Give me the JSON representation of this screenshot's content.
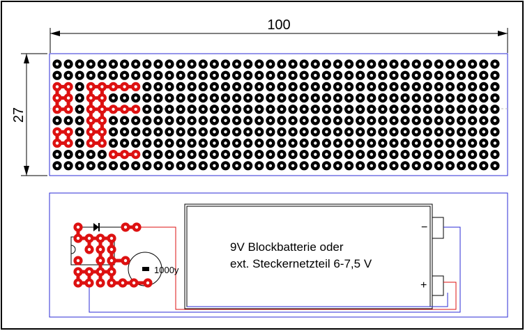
{
  "dimensions": {
    "width_label": "100",
    "height_label": "27"
  },
  "board": {
    "cols": 40,
    "rows": 10,
    "red_pads": [
      [
        0,
        2
      ],
      [
        1,
        2
      ],
      [
        0,
        3
      ],
      [
        1,
        3
      ],
      [
        0,
        4
      ],
      [
        1,
        4
      ],
      [
        0,
        6
      ],
      [
        1,
        6
      ],
      [
        0,
        7
      ],
      [
        1,
        7
      ],
      [
        3,
        2
      ],
      [
        4,
        2
      ],
      [
        5,
        2
      ],
      [
        6,
        2
      ],
      [
        7,
        2
      ],
      [
        3,
        3
      ],
      [
        4,
        3
      ],
      [
        3,
        4
      ],
      [
        4,
        4
      ],
      [
        5,
        4
      ],
      [
        6,
        4
      ],
      [
        7,
        4
      ],
      [
        3,
        5
      ],
      [
        4,
        5
      ],
      [
        3,
        6
      ],
      [
        4,
        6
      ],
      [
        3,
        7
      ],
      [
        4,
        7
      ],
      [
        5,
        8
      ],
      [
        6,
        8
      ],
      [
        7,
        8
      ]
    ]
  },
  "assembly": {
    "battery_text_line1": "9V Blockbatterie oder",
    "battery_text_line2": "ext. Steckernetzteil 6-7,5 V",
    "minus_label": "−",
    "plus_label": "+",
    "capacitor_label": "1000y"
  },
  "colors": {
    "frame": "#000000",
    "outline": "#2b2bd6",
    "pad": "#000000",
    "pad_red": "#dd1111",
    "wire_red": "#dd1111",
    "wire_blue": "#2b2bd6"
  }
}
